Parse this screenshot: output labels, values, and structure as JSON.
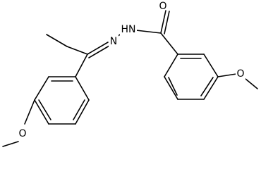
{
  "molecule": {
    "labels": {
      "carbonyl_oxygen": "O",
      "hydrazide_nh": "HN",
      "imine_nitrogen": "N",
      "ring_a_methoxy_oxygen": "O",
      "ring_b_methoxy_oxygen": "O"
    }
  },
  "colors": {
    "bond": "#000000",
    "label": "#000000",
    "background": "#ffffff"
  }
}
